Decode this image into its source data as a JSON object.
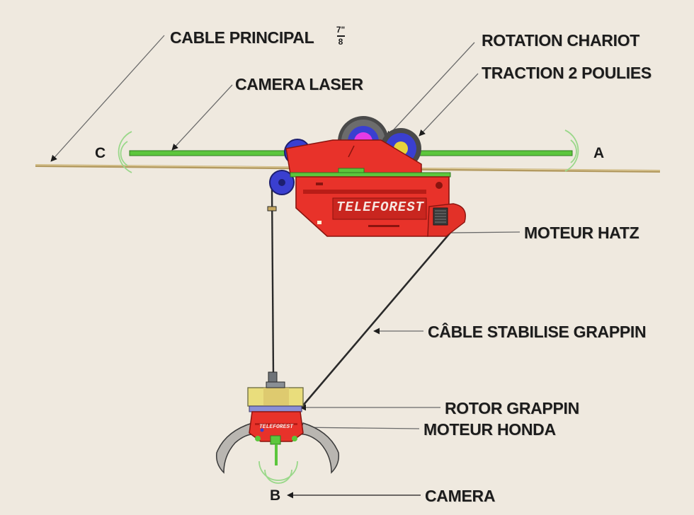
{
  "labels": {
    "cable_principal": "CABLE PRINCIPAL",
    "cable_fraction_num": "7\"",
    "cable_fraction_den": "8",
    "camera_laser": "CAMERA LASER",
    "rotation_chariot": "ROTATION CHARIOT",
    "traction_poulies": "TRACTION 2 POULIES",
    "moteur_hatz": "MOTEUR HATZ",
    "cable_stabilise": "CÂBLE STABILISE GRAPPIN",
    "rotor_grappin": "ROTOR GRAPPIN",
    "moteur_honda": "MOTEUR HONDA",
    "camera": "CAMERA"
  },
  "points": {
    "a": "A",
    "b": "B",
    "c": "C"
  },
  "branding": {
    "carriage_logo": "TELEFOREST",
    "grapple_logo": "TELEFOREST"
  },
  "colors": {
    "background": "#efe9df",
    "carriage_red": "#e8322a",
    "carriage_dark": "#b81d17",
    "laser_green": "#5cc63c",
    "pulley_blue": "#3a3fd0",
    "pulley_magenta": "#e63be6",
    "cable": "#c9b27a",
    "grapple_yellow": "#e9dd7c",
    "claw_gray": "#b9b6b1"
  },
  "icons": {
    "camera_sensor": "camera-signal-icon",
    "leader_arrow": "arrow-left-icon"
  }
}
